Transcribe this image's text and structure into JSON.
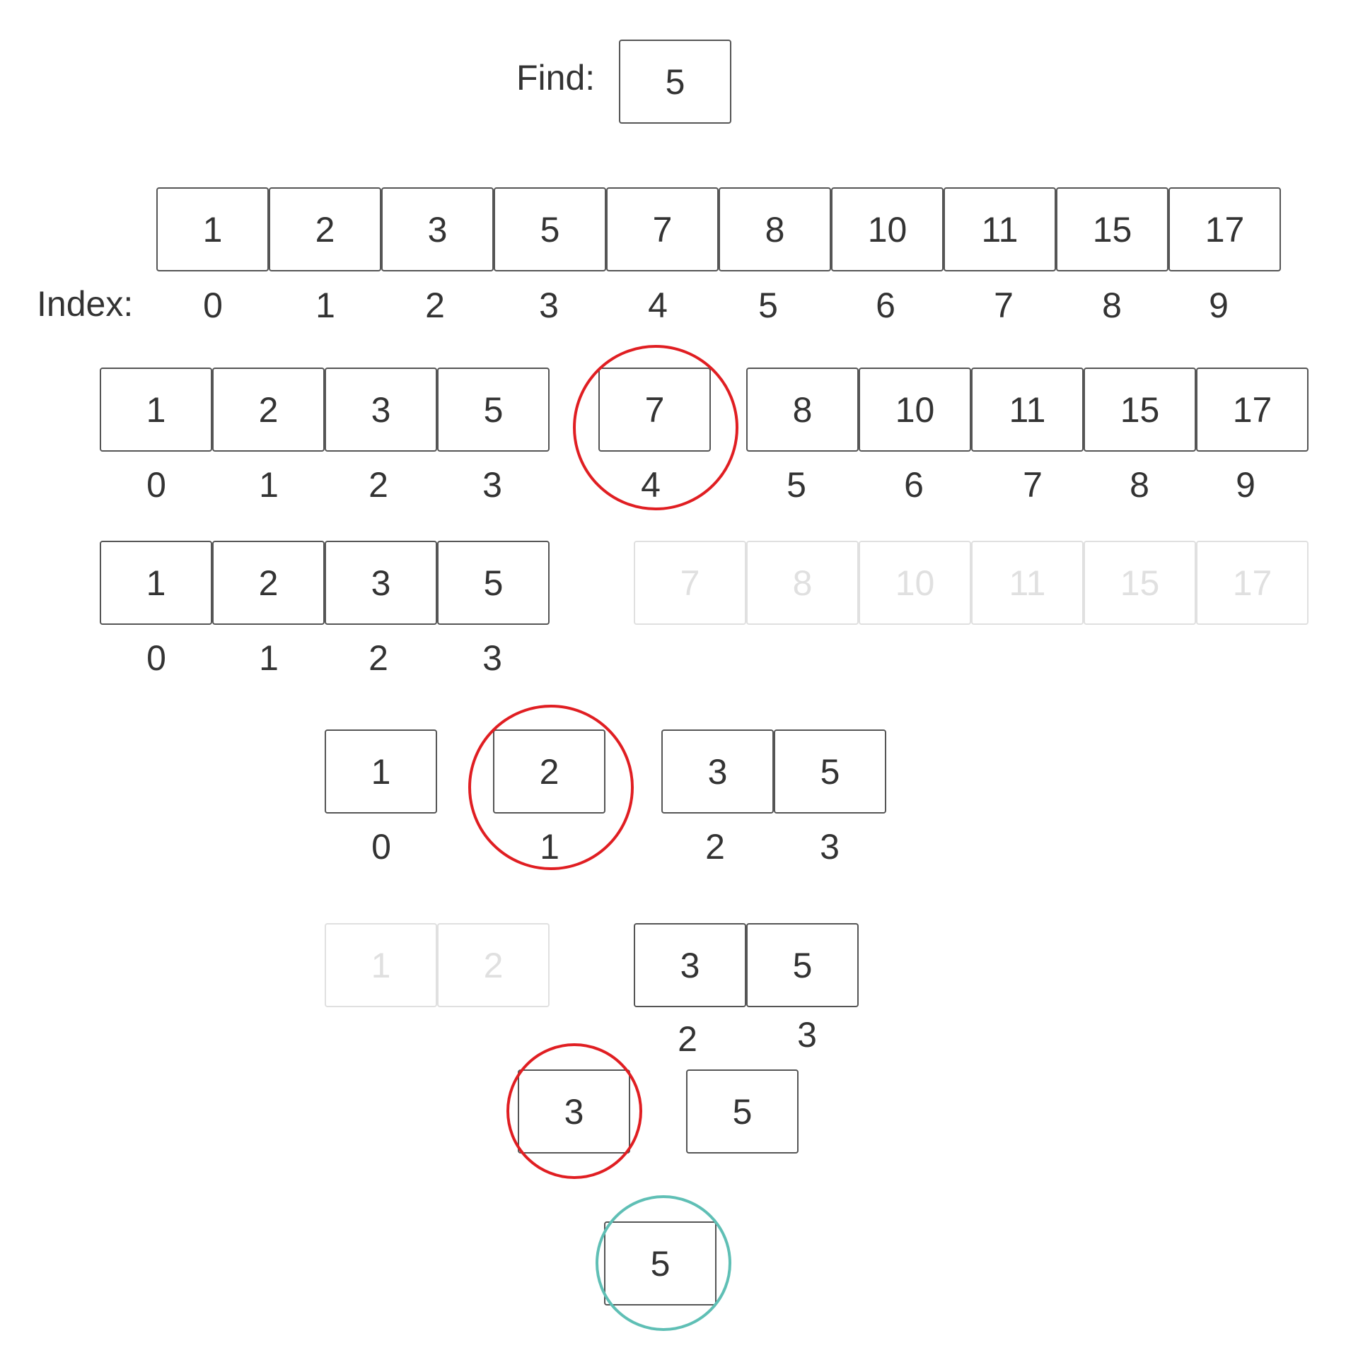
{
  "find": {
    "label": "Find:",
    "value": "5"
  },
  "index_label": "Index:",
  "colors": {
    "border": "#555555",
    "faded": "#e0e0e0",
    "highlight": "#e01e22",
    "found": "#5fbfb5",
    "text": "#333333"
  },
  "row0": {
    "cells": [
      "1",
      "2",
      "3",
      "5",
      "7",
      "8",
      "10",
      "11",
      "15",
      "17"
    ],
    "indices": [
      "0",
      "1",
      "2",
      "3",
      "4",
      "5",
      "6",
      "7",
      "8",
      "9"
    ]
  },
  "row1": {
    "cells": [
      "1",
      "2",
      "3",
      "5",
      "7",
      "8",
      "10",
      "11",
      "15",
      "17"
    ],
    "indices": [
      "0",
      "1",
      "2",
      "3",
      "4",
      "5",
      "6",
      "7",
      "8",
      "9"
    ],
    "highlight": "7"
  },
  "row2": {
    "cells": [
      "1",
      "2",
      "3",
      "5"
    ],
    "indices": [
      "0",
      "1",
      "2",
      "3"
    ],
    "faded_cells": [
      "7",
      "8",
      "10",
      "11",
      "15",
      "17"
    ]
  },
  "row3": {
    "cells": [
      "1",
      "2",
      "3",
      "5"
    ],
    "indices": [
      "0",
      "1",
      "2",
      "3"
    ],
    "highlight": "2"
  },
  "row4": {
    "faded_cells": [
      "1",
      "2"
    ],
    "cells": [
      "3",
      "5"
    ],
    "indices": [
      "2",
      "3"
    ]
  },
  "row5": {
    "cells": [
      "3",
      "5"
    ],
    "highlight": "3"
  },
  "row6": {
    "cells": [
      "5"
    ],
    "found": "5"
  }
}
